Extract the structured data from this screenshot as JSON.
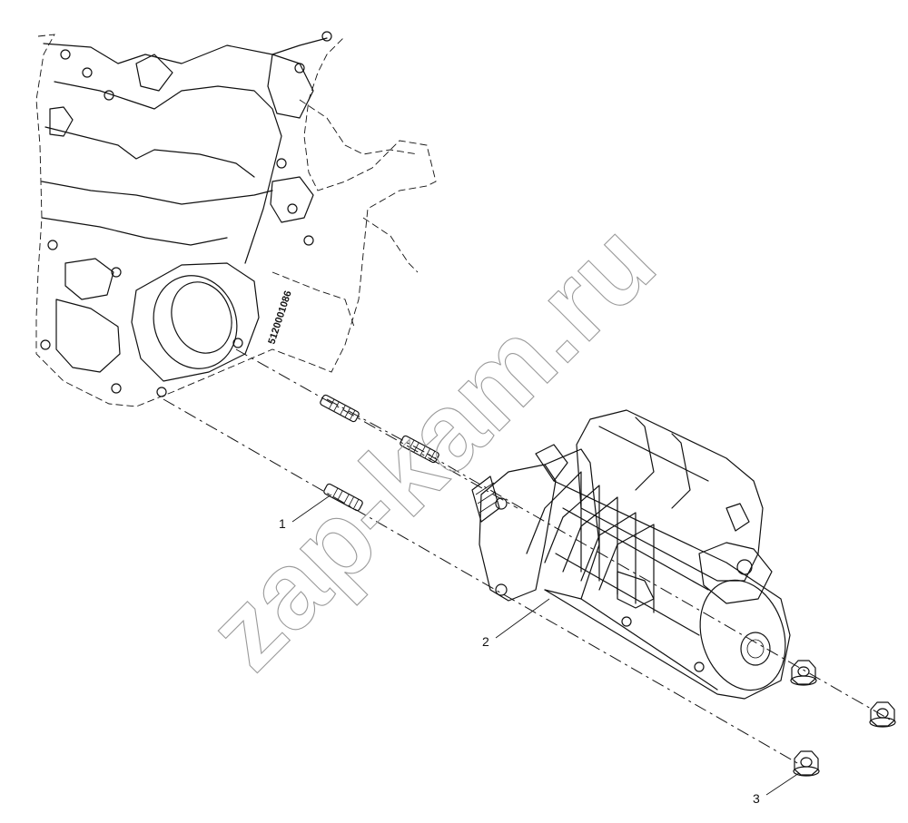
{
  "watermark": "zap-kam.ru",
  "housing_part_number": "5120001086",
  "callouts": [
    {
      "label": "1"
    },
    {
      "label": "2"
    },
    {
      "label": "3"
    }
  ]
}
